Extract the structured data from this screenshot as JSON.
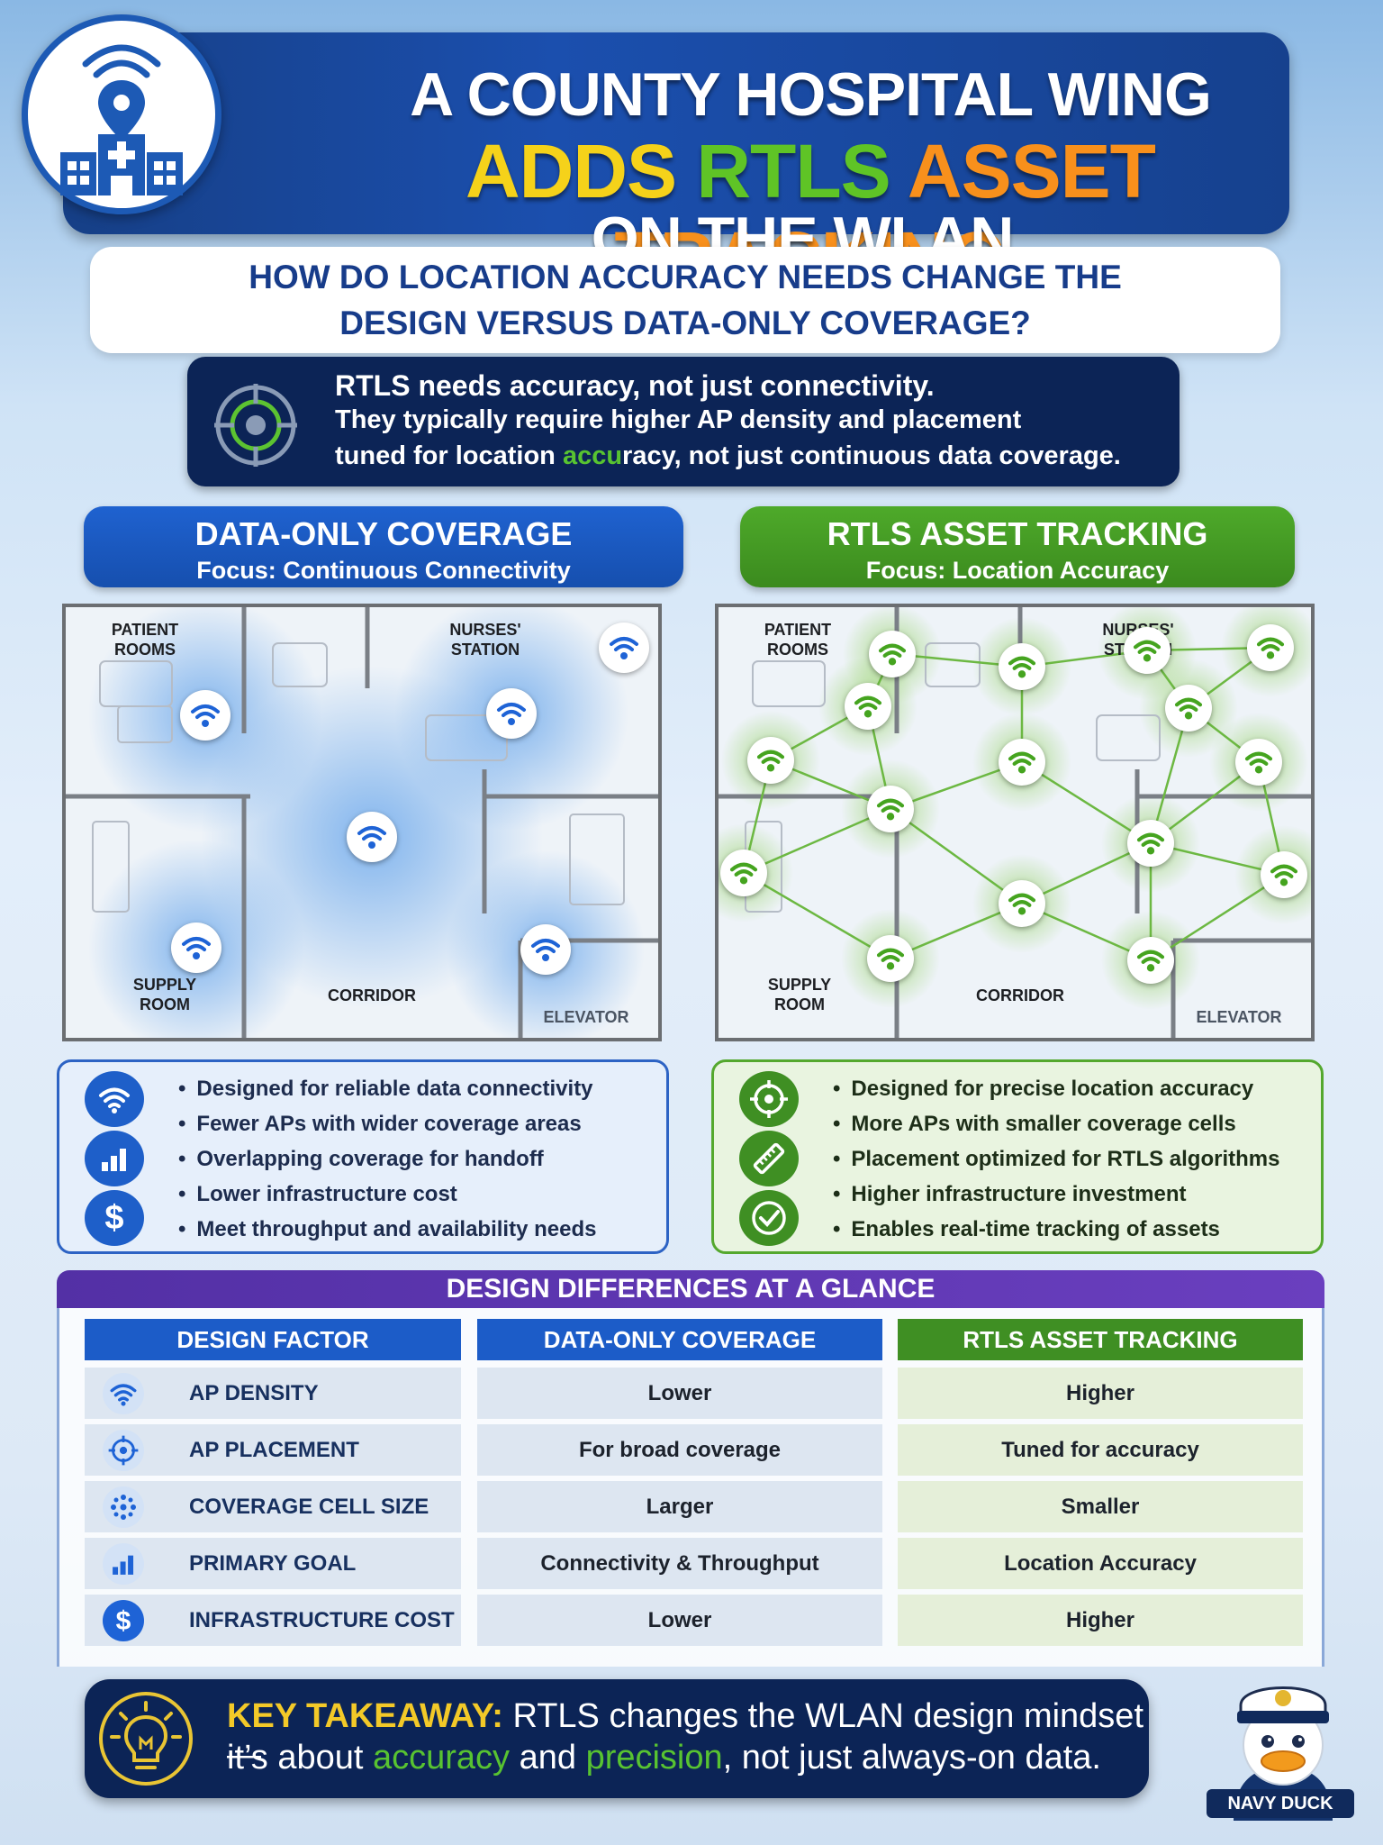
{
  "header": {
    "title_line1": "A COUNTY HOSPITAL WING",
    "title_line2_w1": "ADDS",
    "title_line2_w2": "RTLS",
    "title_line2_w3": "ASSET TRACKING",
    "title_line3": "ON THE WLAN.",
    "logo_icon": "hospital-wifi-location-icon"
  },
  "question": "HOW DO LOCATION ACCURACY NEEDS CHANGE THE DESIGN VERSUS DATA-ONLY COVERAGE?",
  "callout": {
    "line1": "RTLS needs accuracy, not just connectivity.",
    "line2": "They typically require higher AP density and placement",
    "line3_pre": "tuned for location ",
    "line3_acc": "accu",
    "line3_post": "racy, not just continuous data coverage."
  },
  "left_column": {
    "heading": "DATA-ONLY COVERAGE",
    "subheading": "Focus: Continuous Connectivity",
    "labels": {
      "patient_rooms": "PATIENT ROOMS",
      "nurses_station": "NURSES' STATION",
      "supply_room": "SUPPLY ROOM",
      "corridor": "CORRIDOR",
      "elevator": "ELEVATOR"
    },
    "bullets": [
      "Designed for reliable data connectivity",
      "Fewer APs with wider coverage areas",
      "Overlapping coverage for handoff",
      "Lower infrastructure cost",
      "Meet throughput and availability needs"
    ]
  },
  "right_column": {
    "heading": "RTLS ASSET TRACKING",
    "subheading": "Focus: Location Accuracy",
    "labels": {
      "patient_rooms": "PATIENT ROOMS",
      "nurses_station": "NURSES' STATION",
      "supply_room": "SUPPLY ROOM",
      "corridor": "CORRIDOR",
      "elevator": "ELEVATOR"
    },
    "bullets": [
      "Designed for precise location accuracy",
      "More APs with smaller coverage cells",
      "Placement optimized for RTLS algorithms",
      "Higher infrastructure investment",
      "Enables real-time tracking of assets"
    ]
  },
  "table": {
    "title": "DESIGN DIFFERENCES AT A GLANCE",
    "headers": [
      "DESIGN FACTOR",
      "DATA-ONLY COVERAGE",
      "RTLS ASSET TRACKING"
    ],
    "rows": [
      {
        "factor": "AP DENSITY",
        "data_only": "Lower",
        "rtls": "Higher",
        "icon": "wifi-icon"
      },
      {
        "factor": "AP PLACEMENT",
        "data_only": "For broad coverage",
        "rtls": "Tuned for accuracy",
        "icon": "crosshair-icon"
      },
      {
        "factor": "COVERAGE CELL SIZE",
        "data_only": "Larger",
        "rtls": "Smaller",
        "icon": "cells-icon"
      },
      {
        "factor": "PRIMARY GOAL",
        "data_only": "Connectivity & Throughput",
        "rtls": "Location Accuracy",
        "icon": "bar-chart-icon"
      },
      {
        "factor": "INFRASTRUCTURE COST",
        "data_only": "Lower",
        "rtls": "Higher",
        "icon": "dollar-icon"
      }
    ]
  },
  "takeaway": {
    "label": "KEY TAKEAWAY:",
    "text1": " RTLS changes the WLAN design mindset—",
    "text2_a": "it’s about ",
    "text2_acc": "accuracy",
    "text2_b": " and ",
    "text2_prec": "precision",
    "text2_c": ", not just always-on data."
  },
  "mascot": {
    "label": "NAVY DUCK"
  },
  "colors": {
    "navy": "#0c2456",
    "blue": "#1c5cc8",
    "green": "#3f8f23",
    "purple": "#5330a5",
    "yellow": "#f5d21a",
    "orange": "#f8901c"
  }
}
